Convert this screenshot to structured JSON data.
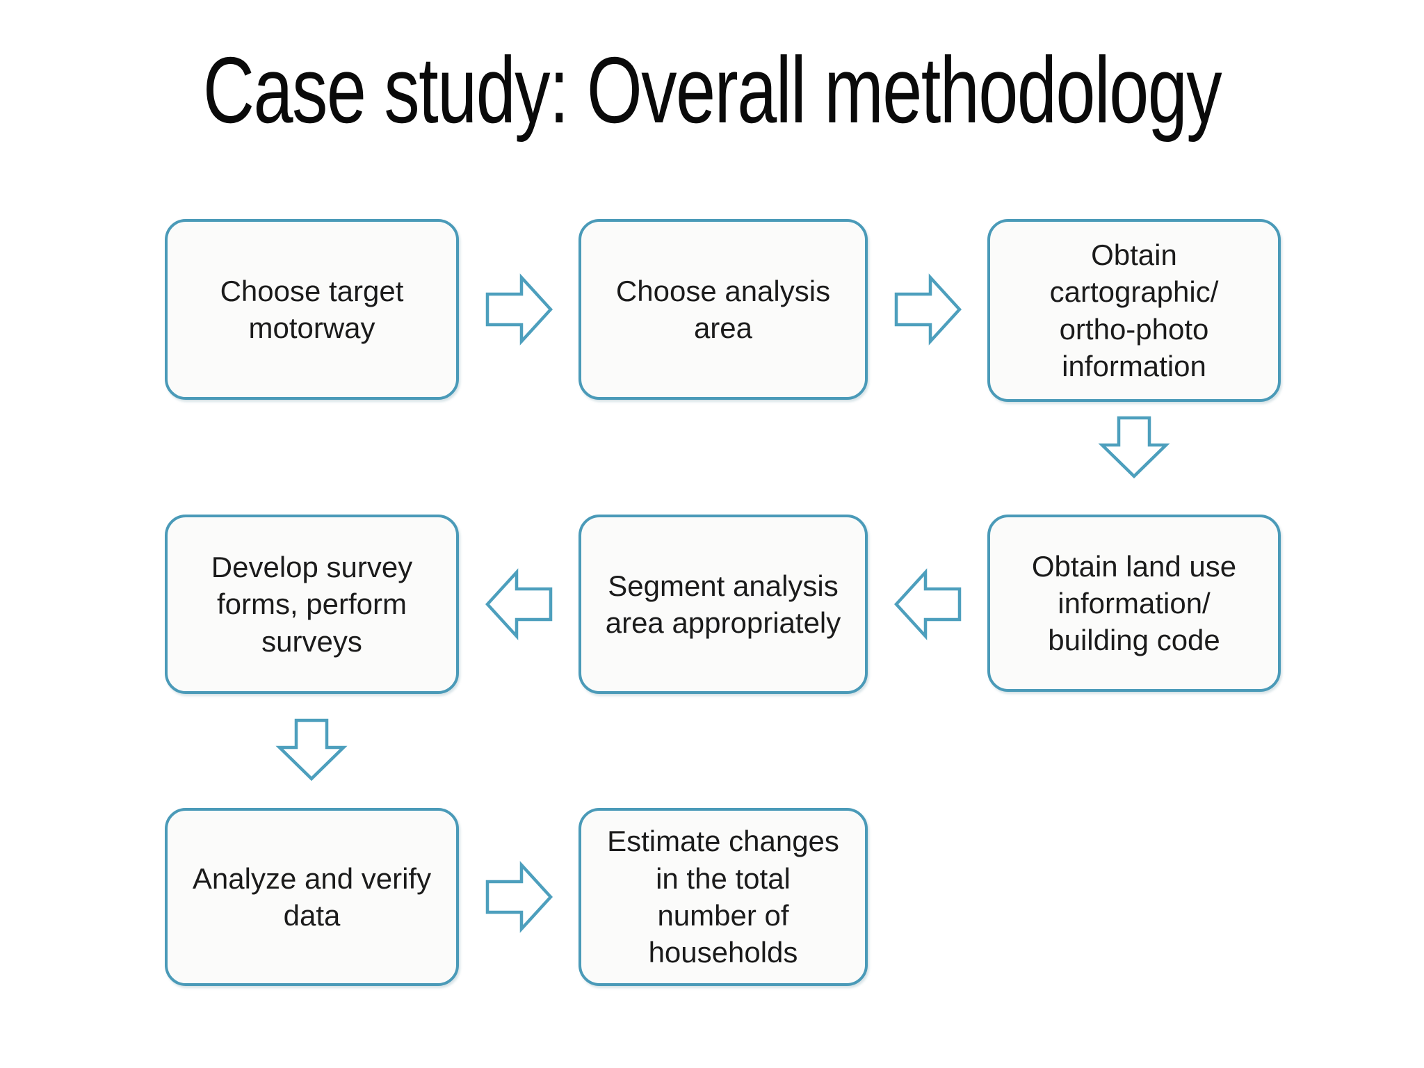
{
  "title": "Case study: Overall methodology",
  "flowchart": {
    "boxes": [
      {
        "id": "choose-target-motorway",
        "label": "Choose target\nmotorway"
      },
      {
        "id": "choose-analysis-area",
        "label": "Choose analysis\narea"
      },
      {
        "id": "obtain-cartographic-info",
        "label": "Obtain\ncartographic/\northo-photo\ninformation"
      },
      {
        "id": "develop-survey-forms",
        "label": "Develop survey\nforms, perform\nsurveys"
      },
      {
        "id": "segment-analysis-area",
        "label": "Segment analysis\narea appropriately"
      },
      {
        "id": "obtain-land-use-info",
        "label": "Obtain land use\ninformation/\nbuilding code"
      },
      {
        "id": "analyze-verify-data",
        "label": "Analyze and verify\ndata"
      },
      {
        "id": "estimate-household-changes",
        "label": "Estimate changes\nin the total\nnumber of\nhouseholds"
      }
    ],
    "arrows": [
      {
        "from": "choose-target-motorway",
        "to": "choose-analysis-area",
        "direction": "right"
      },
      {
        "from": "choose-analysis-area",
        "to": "obtain-cartographic-info",
        "direction": "right"
      },
      {
        "from": "obtain-cartographic-info",
        "to": "obtain-land-use-info",
        "direction": "down"
      },
      {
        "from": "segment-analysis-area",
        "to": "develop-survey-forms",
        "direction": "left"
      },
      {
        "from": "obtain-land-use-info",
        "to": "segment-analysis-area",
        "direction": "left"
      },
      {
        "from": "develop-survey-forms",
        "to": "analyze-verify-data",
        "direction": "down"
      },
      {
        "from": "analyze-verify-data",
        "to": "estimate-household-changes",
        "direction": "right"
      }
    ],
    "colors": {
      "box_border": "#4a9ab8",
      "arrow_stroke": "#4d9fbd",
      "box_fill": "#fbfbfa",
      "text": "#1b1b1b",
      "title_text": "#0a0a0a",
      "background": "#ffffff"
    }
  }
}
